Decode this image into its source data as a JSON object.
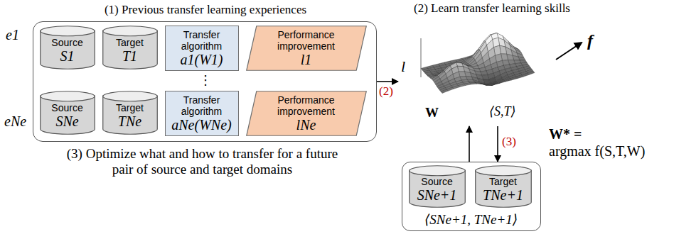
{
  "diagram": {
    "nodes": [
      {
        "text": [
          "(1) Previous transfer learning experiences"
        ]
      },
      {
        "text": [
          "Source",
          "S1"
        ],
        "in": 0
      },
      {
        "text": [
          "Target",
          "T1"
        ],
        "in": 0
      },
      {
        "text": [
          "Transfer algorithm",
          "a1(W1)"
        ],
        "in": 0
      },
      {
        "text": [
          "Performance improvement",
          "l1"
        ],
        "in": 0
      },
      {
        "text": [
          "Source",
          "SNe"
        ],
        "in": 0
      },
      {
        "text": [
          "Target",
          "TNe"
        ],
        "in": 0
      },
      {
        "text": [
          "Transfer algorithm",
          "aNe(WNe)"
        ],
        "in": 0
      },
      {
        "text": [
          "Performance improvement",
          "lNe"
        ],
        "in": 0
      },
      {
        "text": [
          "(2) Learn transfer learning skills",
          "l",
          "W",
          "⟨S,T⟩",
          "f"
        ]
      },
      {
        "text": [
          "⟨SNe+1, TNe+1⟩"
        ]
      },
      {
        "text": [
          "Source",
          "SNe+1"
        ],
        "in": 10
      },
      {
        "text": [
          "Target",
          "TNe+1"
        ],
        "in": 10
      }
    ],
    "edges": [
      {
        "from": 0,
        "to": 9,
        "arrow": "to",
        "label": "(2)"
      },
      {
        "from": 10,
        "to": 9,
        "arrow": "to"
      },
      {
        "from": 9,
        "to": 10,
        "arrow": "to",
        "label": "(3)"
      }
    ],
    "labels": [
      "e1",
      "⋮",
      "eNe",
      "(3) Optimize what and how to transfer for a future pair of source and target domains",
      "W* =",
      "argmax f(S,T,W)"
    ]
  }
}
